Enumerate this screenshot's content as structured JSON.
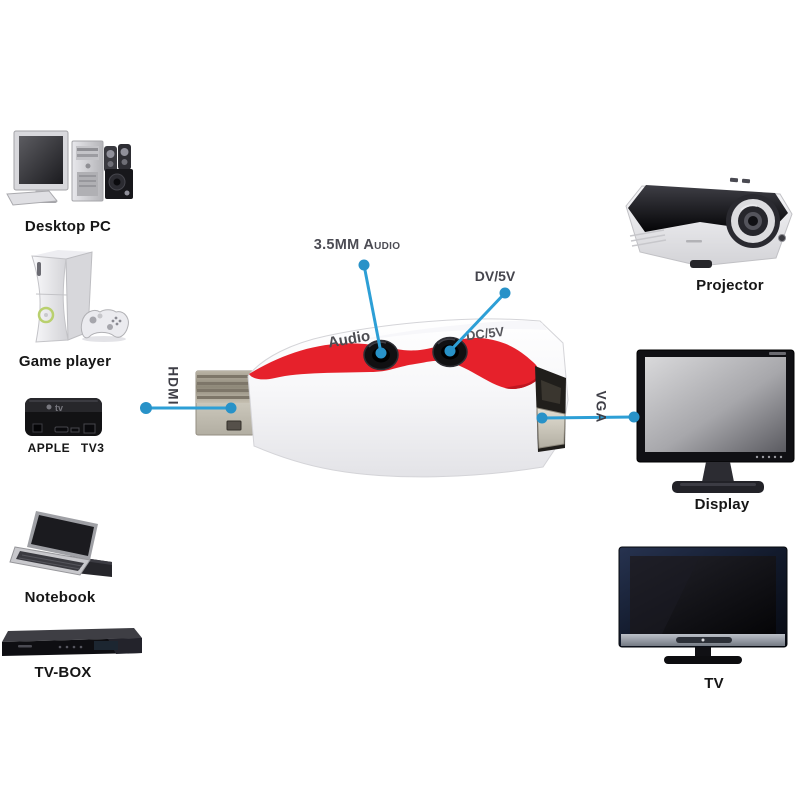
{
  "canvas": {
    "background_color": "#ffffff"
  },
  "colors": {
    "callout_line": "#2d9fd6",
    "callout_dot": "#2892c8",
    "stripe_red": "#e6212b",
    "device_label_text": "#161616",
    "callout_label_text": "#46464e"
  },
  "devices": {
    "desktop_pc": {
      "label": "Desktop PC"
    },
    "game_player": {
      "label": "Game player"
    },
    "apple_tv": {
      "label": "APPLE TV3"
    },
    "notebook": {
      "label": "Notebook"
    },
    "tv_box": {
      "label": "TV-BOX"
    },
    "projector": {
      "label": "Projector"
    },
    "display": {
      "label": "Display"
    },
    "tv": {
      "label": "TV"
    }
  },
  "adapter": {
    "printed_audio_label": "Audio",
    "printed_dc_label": "DC/5V",
    "callouts": {
      "audio": "3.5MM Audio",
      "power": "DV/5V",
      "hdmi": "HDMI",
      "vga": "VGA"
    }
  }
}
